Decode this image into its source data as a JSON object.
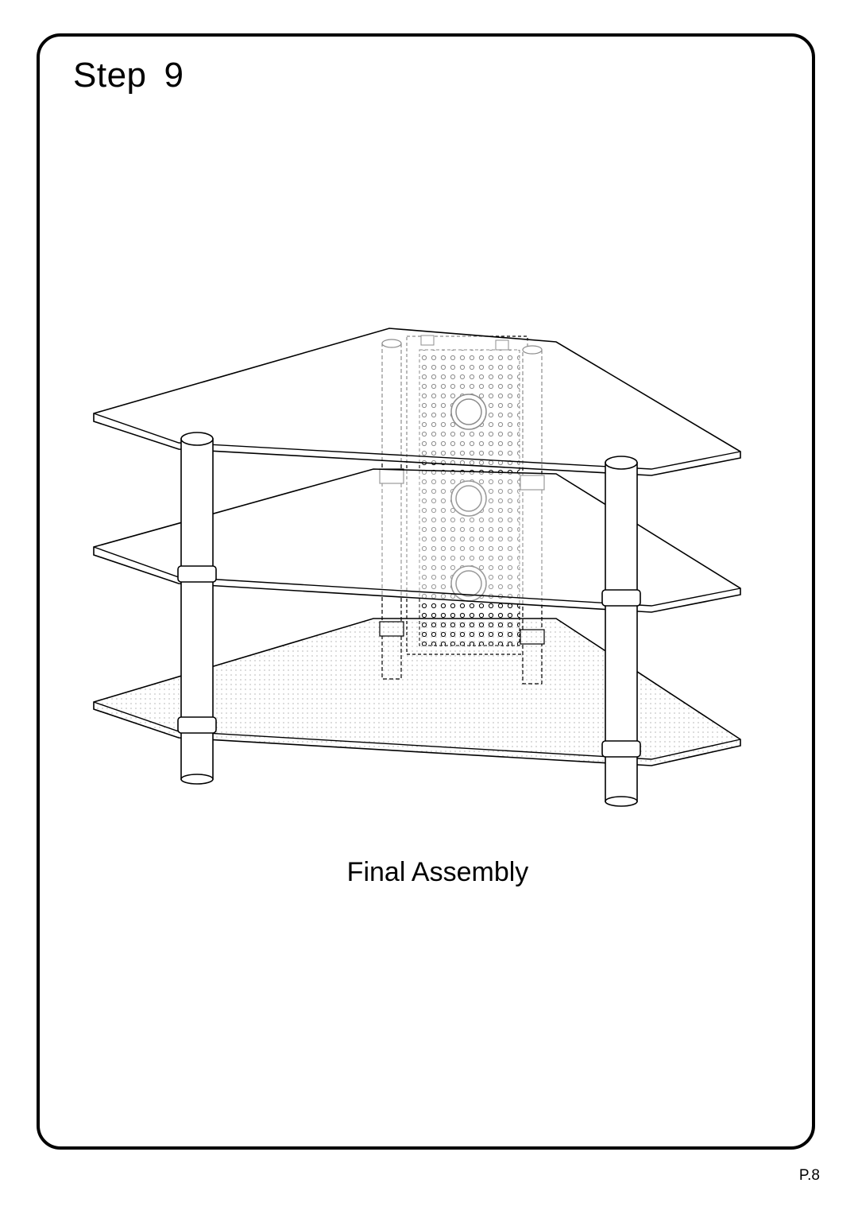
{
  "page": {
    "step_label": "Step",
    "step_number": "9",
    "caption": "Final Assembly",
    "page_number": "P.8"
  },
  "illustration": {
    "subject": "corner-tv-stand-three-glass-shelves",
    "line_color": "#000000",
    "background": "#ffffff"
  }
}
